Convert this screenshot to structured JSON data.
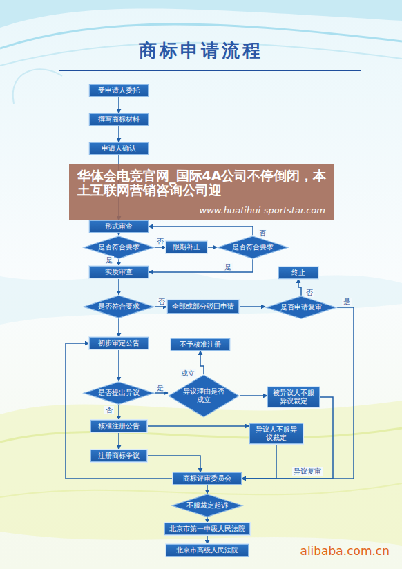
{
  "diagram": {
    "title": "商标申请流程",
    "nodes": [
      {
        "text": [
          "受申请人委托"
        ]
      },
      {
        "text": [
          "撰写商标材料"
        ]
      },
      {
        "text": [
          "申请人确认"
        ]
      },
      {
        "text": [
          "形式审查"
        ]
      },
      {
        "text": [
          "是否符合要求"
        ]
      },
      {
        "text": [
          "限期补正"
        ]
      },
      {
        "text": [
          "是否符合要求"
        ]
      },
      {
        "text": [
          "实质审查"
        ]
      },
      {
        "text": [
          "终止"
        ]
      },
      {
        "text": [
          "是否符合要求"
        ]
      },
      {
        "text": [
          "全部或部分驳回申请"
        ]
      },
      {
        "text": [
          "是否申请复审"
        ]
      },
      {
        "text": [
          "初步审定公告"
        ]
      },
      {
        "text": [
          "不予核准注册"
        ]
      },
      {
        "text": [
          "是否提出异议"
        ]
      },
      {
        "text": [
          "异议理由是否成立"
        ]
      },
      {
        "text": [
          "被异议人不服异议裁定"
        ]
      },
      {
        "text": [
          "核准注册公告"
        ]
      },
      {
        "text": [
          "异议人不服异议裁定"
        ]
      },
      {
        "text": [
          "注册商标争议"
        ]
      },
      {
        "text": [
          "商标评审委员会"
        ]
      },
      {
        "text": [
          "不服裁定起诉"
        ]
      },
      {
        "text": [
          "北京市第一中级人民法院"
        ]
      },
      {
        "text": [
          "北京市高级人民法院"
        ]
      }
    ],
    "edges": [
      {
        "from": 0,
        "to": 1,
        "arrow": "to"
      },
      {
        "from": 1,
        "to": 2,
        "arrow": "to"
      },
      {
        "from": 2,
        "to": 3,
        "arrow": "to"
      },
      {
        "from": 3,
        "to": 4,
        "arrow": "to"
      },
      {
        "from": 4,
        "to": 5,
        "label": "否",
        "arrow": "to"
      },
      {
        "from": 5,
        "to": 6,
        "arrow": "to"
      },
      {
        "from": 6,
        "to": 3,
        "label": "否",
        "arrow": "to"
      },
      {
        "from": 6,
        "to": 7,
        "label": "是",
        "arrow": "to"
      },
      {
        "from": 4,
        "to": 7,
        "label": "是",
        "arrow": "to"
      },
      {
        "from": 7,
        "to": 9,
        "arrow": "to"
      },
      {
        "from": 9,
        "to": 10,
        "label": "否",
        "arrow": "to"
      },
      {
        "from": 10,
        "to": 11,
        "arrow": "to"
      },
      {
        "from": 11,
        "to": 8,
        "label": "否",
        "arrow": "to"
      },
      {
        "from": 11,
        "to": 20,
        "label": "是",
        "arrow": "to"
      },
      {
        "from": 9,
        "to": 12,
        "arrow": "to"
      },
      {
        "from": 12,
        "to": 14,
        "arrow": "to"
      },
      {
        "from": 14,
        "to": 15,
        "label": "是",
        "arrow": "to"
      },
      {
        "from": 15,
        "to": 13,
        "label": "成立",
        "arrow": "to"
      },
      {
        "from": 15,
        "to": 16,
        "arrow": "to"
      },
      {
        "from": 14,
        "to": 17,
        "label": "否",
        "arrow": "to"
      },
      {
        "from": 17,
        "to": 18,
        "arrow": "to"
      },
      {
        "from": 17,
        "to": 19,
        "arrow": "to"
      },
      {
        "from": 19,
        "to": 20,
        "arrow": "to"
      },
      {
        "from": 16,
        "to": 20,
        "arrow": "to"
      },
      {
        "from": 18,
        "to": 20,
        "label": "异议复审",
        "arrow": "to"
      },
      {
        "from": 20,
        "to": 12,
        "arrow": "to"
      },
      {
        "from": 20,
        "to": 21,
        "arrow": "to"
      },
      {
        "from": 21,
        "to": 22,
        "arrow": "to"
      },
      {
        "from": 22,
        "to": 23,
        "arrow": "to"
      }
    ],
    "labels": [
      "华体会电竞官网_国际4A公司不停倒闭，本土互联网营销咨询公司迎",
      "www.huatihui-sportstar.com",
      "alibaba.com.cn"
    ]
  }
}
